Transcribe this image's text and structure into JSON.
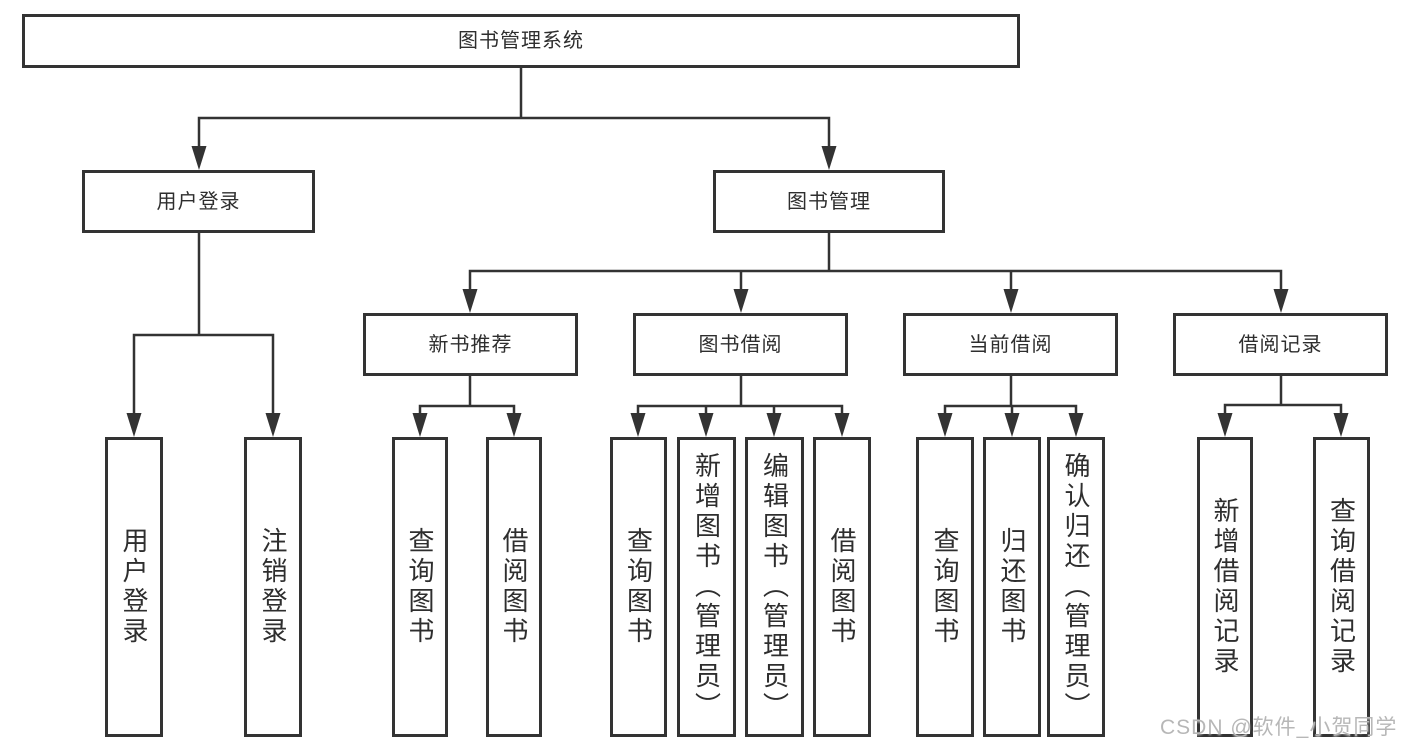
{
  "tree": {
    "root": {
      "label": "图书管理系统"
    },
    "branches": [
      {
        "label": "用户登录",
        "children": [
          "用户登录",
          "注销登录"
        ]
      },
      {
        "label": "图书管理",
        "children": [
          {
            "label": "新书推荐",
            "children": [
              "查询图书",
              "借阅图书"
            ]
          },
          {
            "label": "图书借阅",
            "children": [
              "查询图书",
              "新增图书（管理员）",
              "编辑图书（管理员）",
              "借阅图书"
            ]
          },
          {
            "label": "当前借阅",
            "children": [
              "查询图书",
              "归还图书",
              "确认归还（管理员）"
            ]
          },
          {
            "label": "借阅记录",
            "children": [
              "新增借阅记录",
              "查询借阅记录"
            ]
          }
        ]
      }
    ]
  },
  "watermark": {
    "text": "CSDN @软件_小贺同学"
  },
  "colors": {
    "line": "#333333",
    "box_border": "#333333",
    "box_fill": "#ffffff",
    "text": "#2e2e2e",
    "watermark": "#b7b7b7"
  }
}
